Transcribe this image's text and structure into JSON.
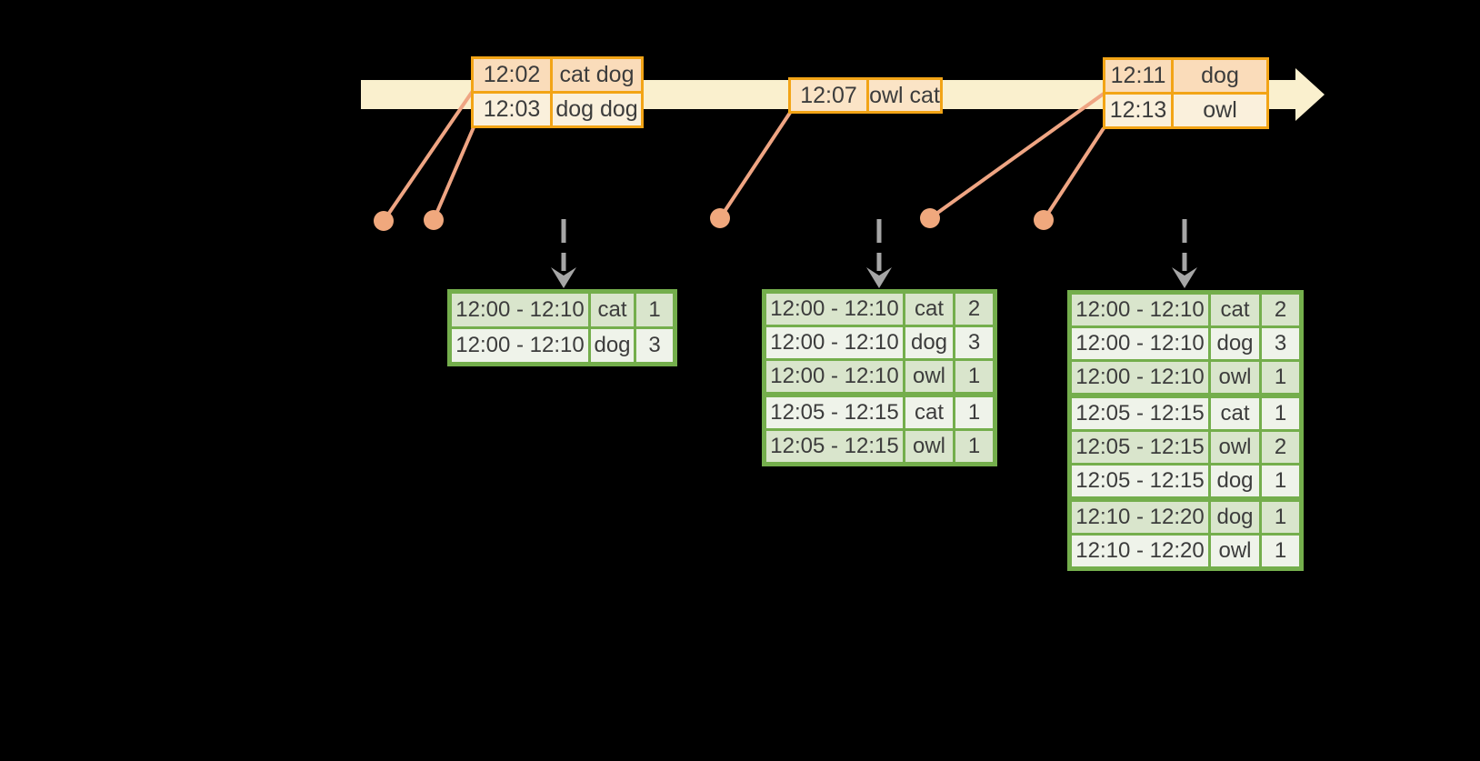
{
  "diagram_title": "windowed-grouped-aggregation-word-counts",
  "colors": {
    "background": "#000000",
    "timeline_band": "#FAF0CE",
    "event_table_border": "#F2A416",
    "event_row_dark": "#FADCBA",
    "event_row_light": "#FAF0DC",
    "event_row_mid": "#FBE4C6",
    "connector_dot": "#F0A87D",
    "connector_line": "#EFA583",
    "down_arrow_gray": "#A6A6A6",
    "result_table_border": "#74AE4C",
    "result_row_dark": "#D9E5CC",
    "result_row_light": "#EFF3EA",
    "text": "#3C3C3C"
  },
  "event_tables": [
    {
      "rows": [
        {
          "time": "12:02",
          "words": "cat dog"
        },
        {
          "time": "12:03",
          "words": "dog dog"
        }
      ]
    },
    {
      "rows": [
        {
          "time": "12:07",
          "words": "owl cat"
        }
      ]
    },
    {
      "rows": [
        {
          "time": "12:11",
          "words": "dog"
        },
        {
          "time": "12:13",
          "words": "owl"
        }
      ]
    }
  ],
  "result_tables": [
    {
      "rows": [
        {
          "window": "12:00 - 12:10",
          "word": "cat",
          "count": "1"
        },
        {
          "window": "12:00 - 12:10",
          "word": "dog",
          "count": "3"
        }
      ]
    },
    {
      "rows": [
        {
          "window": "12:00 - 12:10",
          "word": "cat",
          "count": "2"
        },
        {
          "window": "12:00 - 12:10",
          "word": "dog",
          "count": "3"
        },
        {
          "window": "12:00 - 12:10",
          "word": "owl",
          "count": "1"
        },
        {
          "window": "12:05 - 12:15",
          "word": "cat",
          "count": "1"
        },
        {
          "window": "12:05 - 12:15",
          "word": "owl",
          "count": "1"
        }
      ]
    },
    {
      "rows": [
        {
          "window": "12:00 - 12:10",
          "word": "cat",
          "count": "2"
        },
        {
          "window": "12:00 - 12:10",
          "word": "dog",
          "count": "3"
        },
        {
          "window": "12:00 - 12:10",
          "word": "owl",
          "count": "1"
        },
        {
          "window": "12:05 - 12:15",
          "word": "cat",
          "count": "1"
        },
        {
          "window": "12:05 - 12:15",
          "word": "owl",
          "count": "2"
        },
        {
          "window": "12:05 - 12:15",
          "word": "dog",
          "count": "1"
        },
        {
          "window": "12:10 - 12:20",
          "word": "dog",
          "count": "1"
        },
        {
          "window": "12:10 - 12:20",
          "word": "owl",
          "count": "1"
        }
      ]
    }
  ]
}
